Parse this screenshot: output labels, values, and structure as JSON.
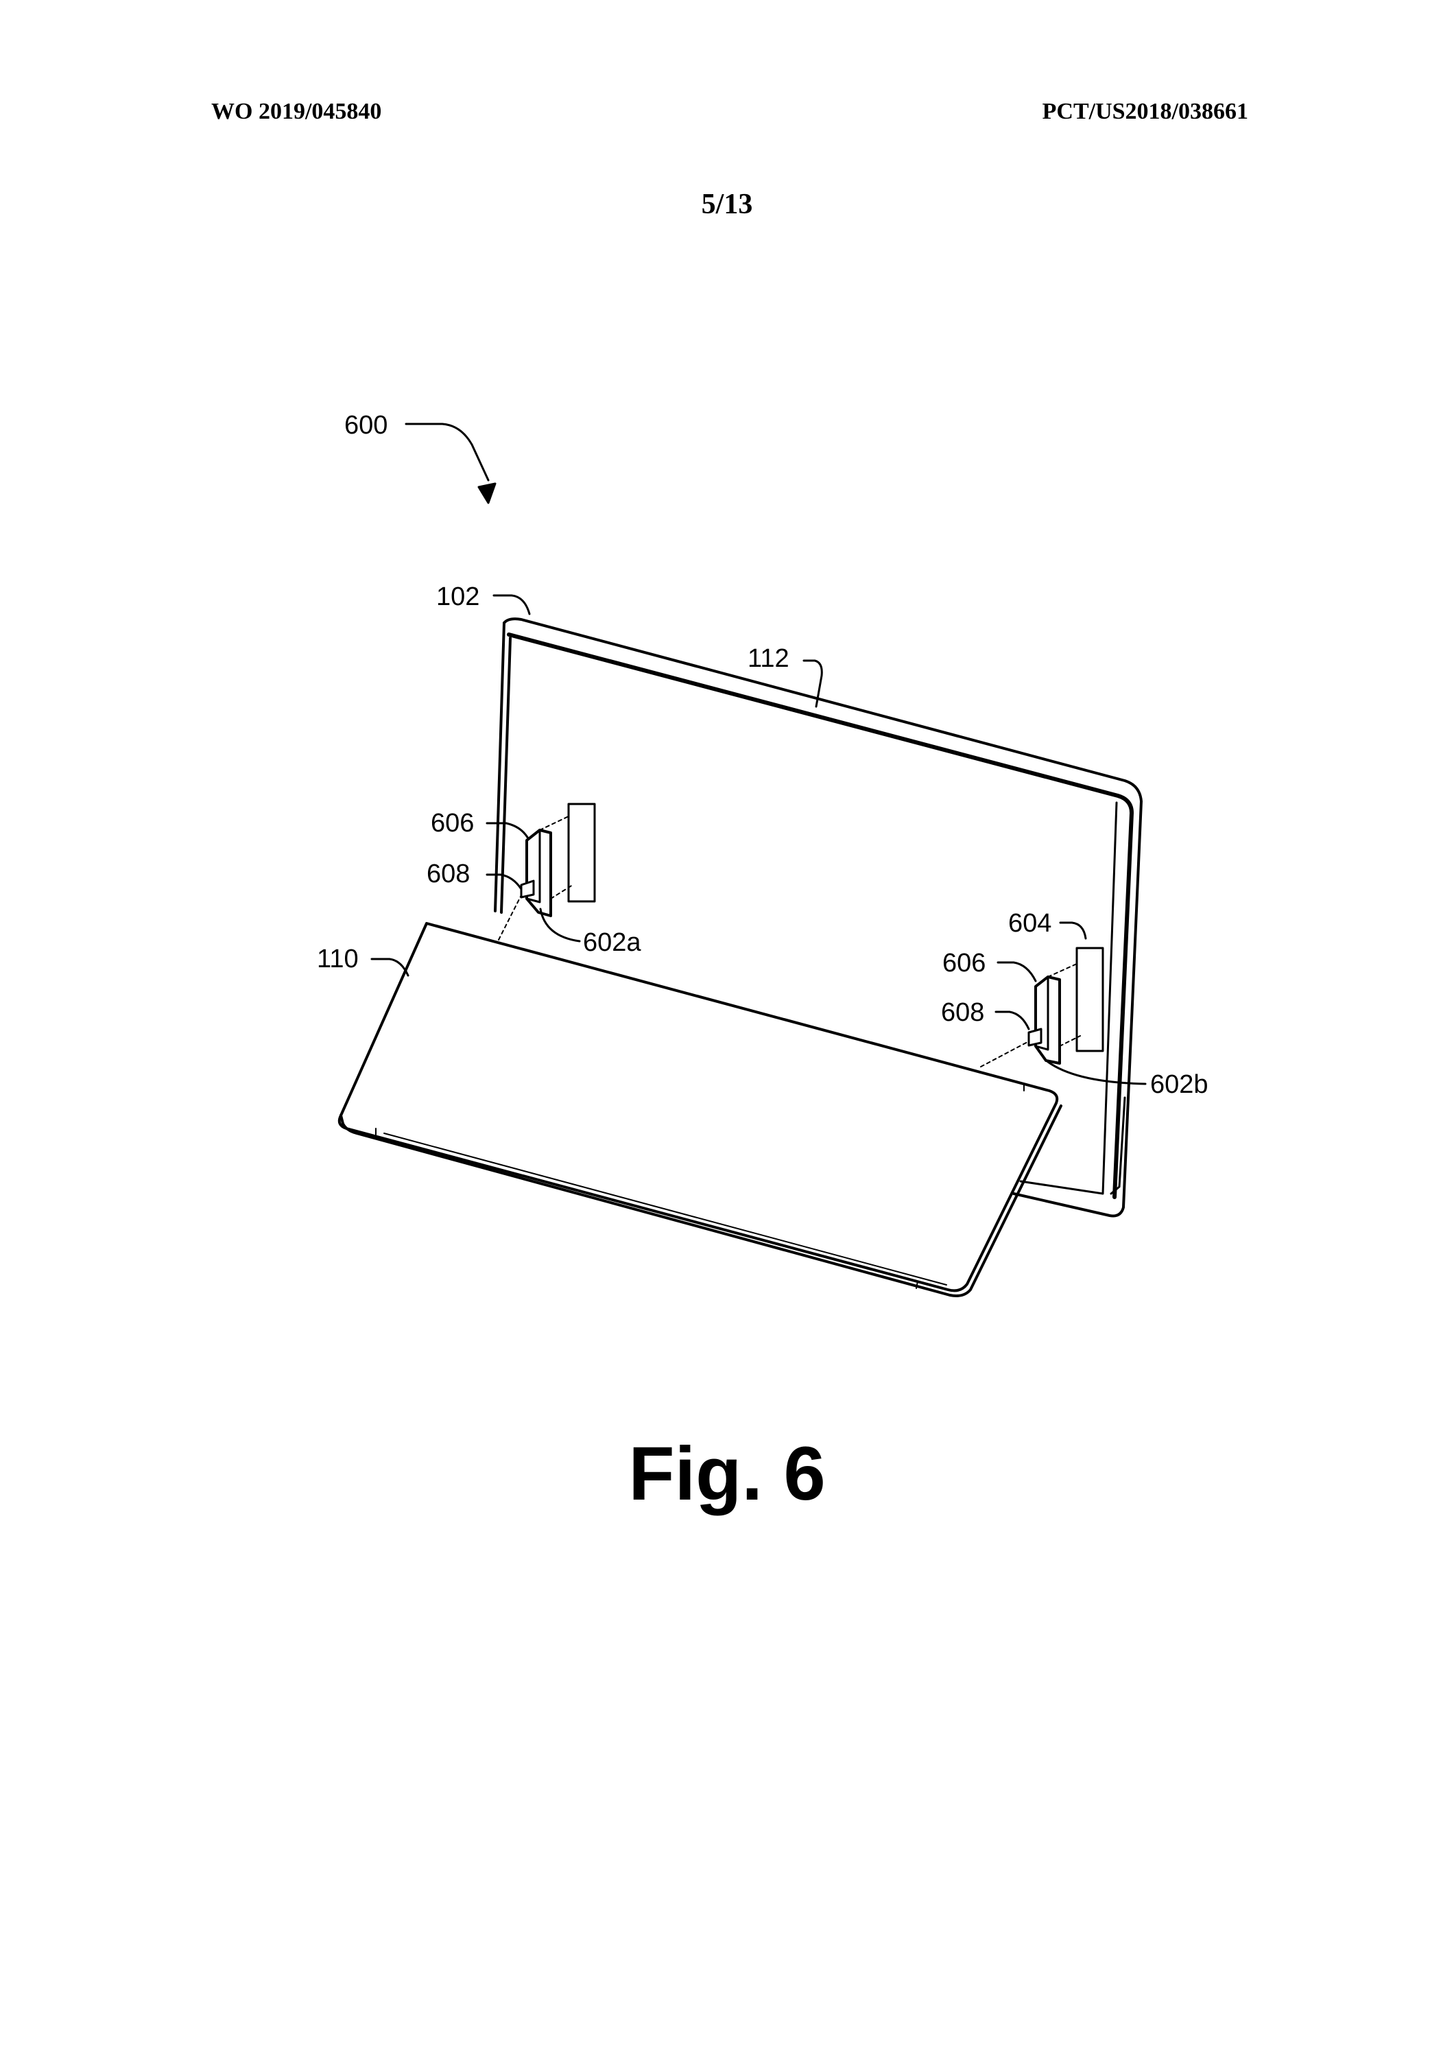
{
  "header": {
    "publication_number": "WO 2019/045840",
    "application_number": "PCT/US2018/038661"
  },
  "page": {
    "sheet": "5/13"
  },
  "figure": {
    "caption": "Fig. 6",
    "reference_labels": {
      "device": "600",
      "display": "102",
      "edge": "112",
      "keyboard": "110",
      "magnet_left_top": "606",
      "magnet_left_bottom": "608",
      "sensor_left": "602a",
      "sensor_region": "604",
      "magnet_right_top": "606",
      "magnet_right_bottom": "608",
      "sensor_right": "602b"
    }
  }
}
